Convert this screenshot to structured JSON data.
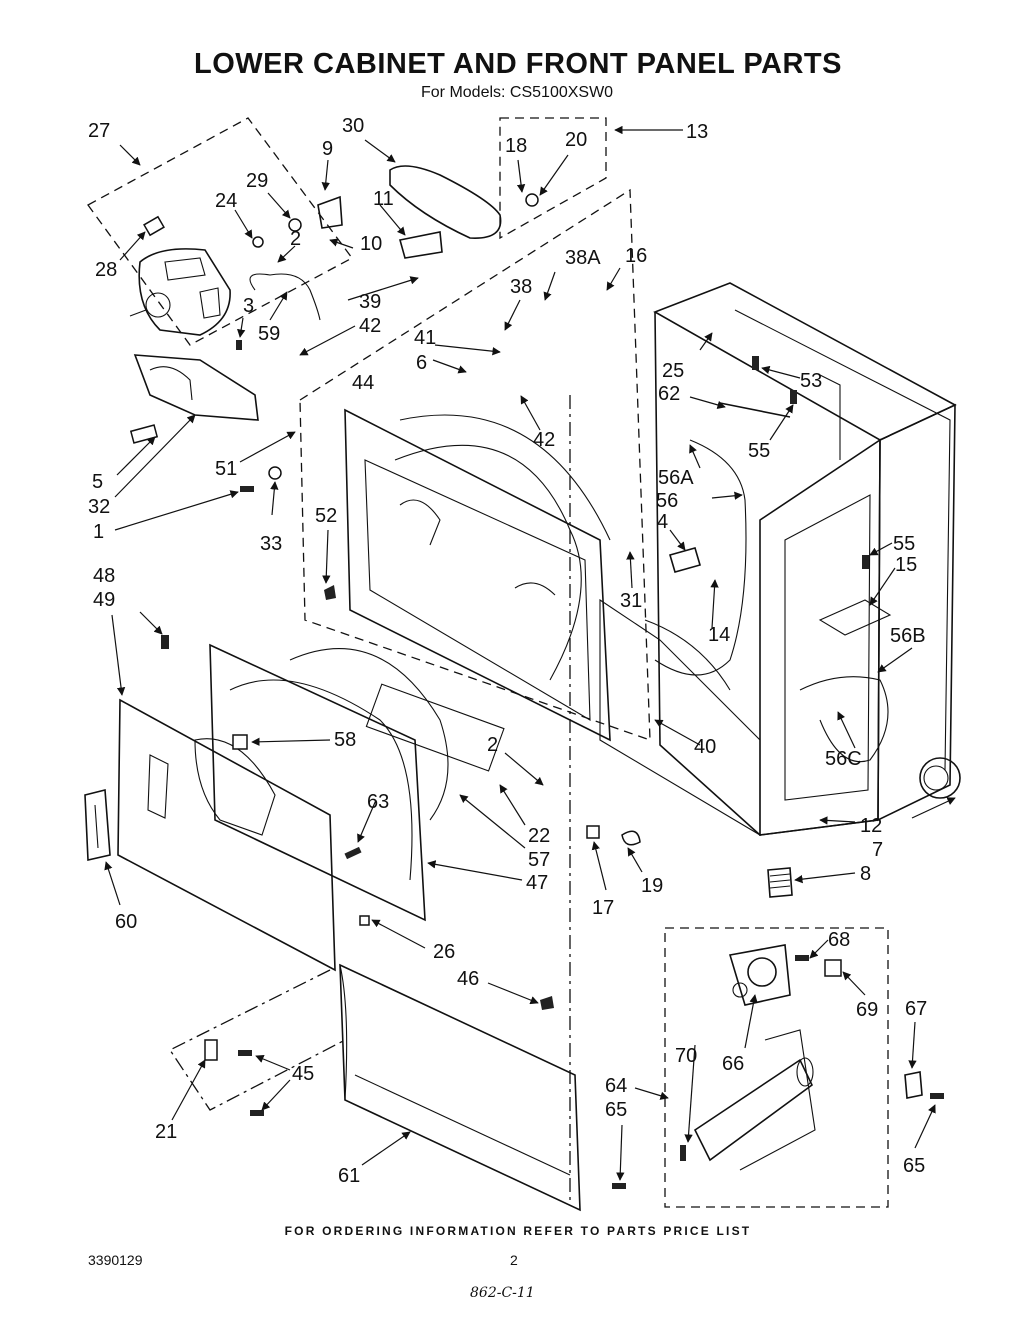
{
  "header": {
    "title": "LOWER CABINET AND FRONT PANEL PARTS",
    "subtitle": "For Models: CS5100XSW0"
  },
  "footer": {
    "note": "FOR ORDERING INFORMATION REFER TO PARTS PRICE LIST",
    "doc_number": "3390129",
    "page_number": "2",
    "handwritten": "862-C-11"
  },
  "callouts": [
    {
      "id": "c27",
      "label": "27"
    },
    {
      "id": "c30",
      "label": "30"
    },
    {
      "id": "c9",
      "label": "9"
    },
    {
      "id": "c18",
      "label": "18"
    },
    {
      "id": "c20",
      "label": "20"
    },
    {
      "id": "c13",
      "label": "13"
    },
    {
      "id": "c29",
      "label": "29"
    },
    {
      "id": "c24",
      "label": "24"
    },
    {
      "id": "c11",
      "label": "11"
    },
    {
      "id": "c2a",
      "label": "2"
    },
    {
      "id": "c10",
      "label": "10"
    },
    {
      "id": "c28",
      "label": "28"
    },
    {
      "id": "c3",
      "label": "3"
    },
    {
      "id": "c59",
      "label": "59"
    },
    {
      "id": "c39",
      "label": "39"
    },
    {
      "id": "c42a",
      "label": "42"
    },
    {
      "id": "c38",
      "label": "38"
    },
    {
      "id": "c38a",
      "label": "38A"
    },
    {
      "id": "c16",
      "label": "16"
    },
    {
      "id": "c41",
      "label": "41"
    },
    {
      "id": "c6",
      "label": "6"
    },
    {
      "id": "c44",
      "label": "44"
    },
    {
      "id": "c25",
      "label": "25"
    },
    {
      "id": "c62",
      "label": "62"
    },
    {
      "id": "c53",
      "label": "53"
    },
    {
      "id": "c42b",
      "label": "42"
    },
    {
      "id": "c55a",
      "label": "55"
    },
    {
      "id": "c5",
      "label": "5"
    },
    {
      "id": "c32",
      "label": "32"
    },
    {
      "id": "c51",
      "label": "51"
    },
    {
      "id": "c1",
      "label": "1"
    },
    {
      "id": "c33",
      "label": "33"
    },
    {
      "id": "c52",
      "label": "52"
    },
    {
      "id": "c56a",
      "label": "56A"
    },
    {
      "id": "c56",
      "label": "56"
    },
    {
      "id": "c4",
      "label": "4"
    },
    {
      "id": "c55b",
      "label": "55"
    },
    {
      "id": "c15",
      "label": "15"
    },
    {
      "id": "c31",
      "label": "31"
    },
    {
      "id": "c48",
      "label": "48"
    },
    {
      "id": "c49",
      "label": "49"
    },
    {
      "id": "c14",
      "label": "14"
    },
    {
      "id": "c56b",
      "label": "56B"
    },
    {
      "id": "c58",
      "label": "58"
    },
    {
      "id": "c2b",
      "label": "2"
    },
    {
      "id": "c40",
      "label": "40"
    },
    {
      "id": "c56c",
      "label": "56C"
    },
    {
      "id": "c63",
      "label": "63"
    },
    {
      "id": "c22",
      "label": "22"
    },
    {
      "id": "c57",
      "label": "57"
    },
    {
      "id": "c12",
      "label": "12"
    },
    {
      "id": "c7",
      "label": "7"
    },
    {
      "id": "c47",
      "label": "47"
    },
    {
      "id": "c19",
      "label": "19"
    },
    {
      "id": "c17",
      "label": "17"
    },
    {
      "id": "c8",
      "label": "8"
    },
    {
      "id": "c60",
      "label": "60"
    },
    {
      "id": "c26",
      "label": "26"
    },
    {
      "id": "c46",
      "label": "46"
    },
    {
      "id": "c68",
      "label": "68"
    },
    {
      "id": "c69",
      "label": "69"
    },
    {
      "id": "c67",
      "label": "67"
    },
    {
      "id": "c45",
      "label": "45"
    },
    {
      "id": "c70",
      "label": "70"
    },
    {
      "id": "c66",
      "label": "66"
    },
    {
      "id": "c21",
      "label": "21"
    },
    {
      "id": "c64",
      "label": "64"
    },
    {
      "id": "c65a",
      "label": "65"
    },
    {
      "id": "c61",
      "label": "61"
    },
    {
      "id": "c65b",
      "label": "65"
    }
  ]
}
